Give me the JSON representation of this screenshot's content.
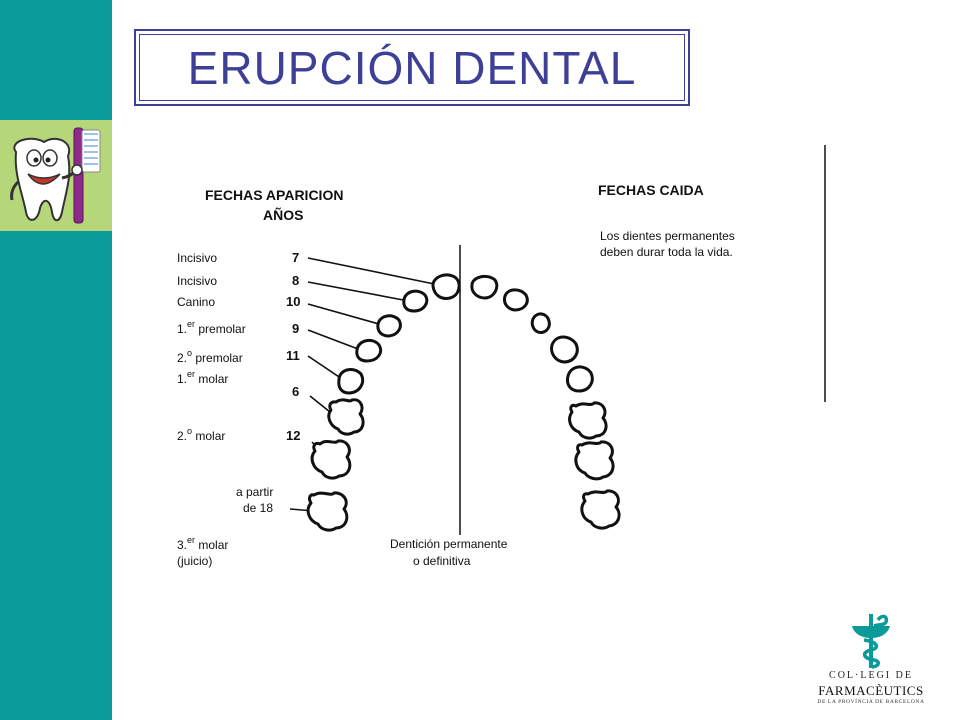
{
  "title": "ERUPCIÓN DENTAL",
  "headers": {
    "appearance_line1": "FECHAS APARICION",
    "appearance_line2": "AÑOS",
    "fall": "FECHAS CAIDA"
  },
  "fall_note": [
    "Los dientes permanentes",
    "deben durar toda la vida."
  ],
  "teeth": [
    {
      "label": "Incisivo",
      "label_sup": "",
      "label_rest": "",
      "age": "7"
    },
    {
      "label": "Incisivo",
      "label_sup": "",
      "label_rest": "",
      "age": "8"
    },
    {
      "label": "Canino",
      "label_sup": "",
      "label_rest": "",
      "age": "10"
    },
    {
      "label": "1.",
      "label_sup": "er",
      "label_rest": " premolar",
      "age": "9"
    },
    {
      "label": "2.",
      "label_sup": "o",
      "label_rest": " premolar",
      "age": "11"
    },
    {
      "label": "1.",
      "label_sup": "er",
      "label_rest": " molar",
      "age": "6"
    },
    {
      "label": "2.",
      "label_sup": "o",
      "label_rest": " molar",
      "age": "12"
    }
  ],
  "third_molar": {
    "age_line1": "a partir",
    "age_line2": "de 18",
    "label": "3.",
    "label_sup": "er",
    "label_rest": " molar",
    "label_line2": "(juicio)"
  },
  "dentition_caption": [
    "Dentición permanente",
    "o definitiva"
  ],
  "logo": {
    "line1": "COL·LEGI DE",
    "line2": "FARMACÈUTICS",
    "line3": "DE LA PROVÍNCIA DE BARCELONA"
  },
  "colors": {
    "sidebar": "#0b9a9a",
    "mascot_bg": "#b5d77a",
    "title": "#3e3f96"
  },
  "icons": [
    "tooth-mascot-icon",
    "caduceus-icon"
  ]
}
